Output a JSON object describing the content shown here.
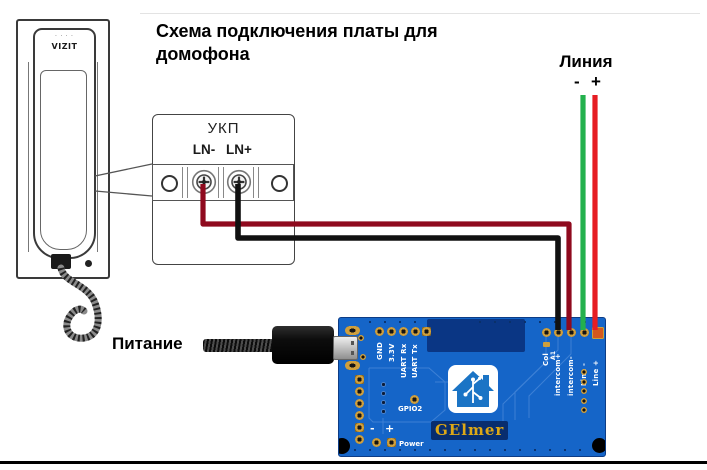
{
  "page": {
    "title_text": "Схема подключения платы для\nдомофона"
  },
  "handset": {
    "brand": "VIZIT",
    "speaker_dots": "∙ ∙ ∙ ∙"
  },
  "ukp": {
    "label": "УКП",
    "ln_minus": "LN-",
    "ln_plus": "LN+"
  },
  "line": {
    "label": "Линия",
    "minus": "-",
    "plus": "+"
  },
  "power_label": "Питание",
  "pcb": {
    "brand": "GElmer",
    "top_labels": [
      "GND",
      "3.3V",
      "UART Rx",
      "UART Tx"
    ],
    "gpio2": "GPIO2",
    "power": {
      "label": "Power",
      "minus": "-",
      "plus": "+"
    },
    "right_labels": [
      "Col",
      "intercom+",
      "intercom-",
      "Line -",
      "Line +"
    ],
    "component": "A1",
    "colors": {
      "board": "#1565c8",
      "module": "#0a3684",
      "silkscreen": "#ffffff",
      "brand_gold": "#dea816"
    }
  },
  "wires": {
    "intercom_plus": {
      "color": "#111111",
      "from": "LN+",
      "to": "intercom+"
    },
    "intercom_minus": {
      "color": "#8f0a1e",
      "from": "LN-",
      "to": "intercom-"
    },
    "line_minus": {
      "color": "#23b14d",
      "from": "Линия -",
      "to": "Line -"
    },
    "line_plus": {
      "color": "#e61d23",
      "from": "Линия +",
      "to": "Line +"
    }
  }
}
